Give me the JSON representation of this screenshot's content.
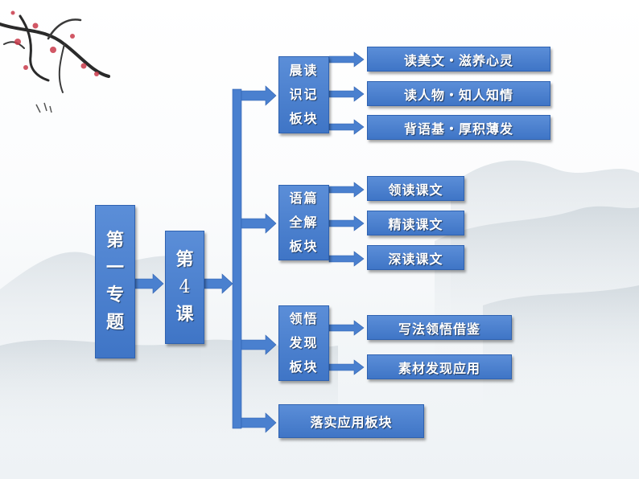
{
  "root": {
    "chars": [
      "第",
      "一",
      "专",
      "题"
    ]
  },
  "lesson": {
    "chars": [
      "第",
      "4",
      "课"
    ]
  },
  "sections": [
    {
      "lines": [
        "晨读",
        "识记",
        "板块"
      ],
      "items": [
        "读美文・滋养心灵",
        "读人物・知人知情",
        "背语基・厚积薄发"
      ]
    },
    {
      "lines": [
        "语篇",
        "全解",
        "板块"
      ],
      "items": [
        "领读课文",
        "精读课文",
        "深读课文"
      ]
    },
    {
      "lines": [
        "领悟",
        "发现",
        "板块"
      ],
      "items": [
        "写法领悟借鉴",
        "素材发现应用"
      ]
    },
    {
      "label": "落实应用板块"
    }
  ],
  "colors": {
    "box": "#4a80cf",
    "box_border": "#2f62b0",
    "arrow": "#4a80cf"
  }
}
